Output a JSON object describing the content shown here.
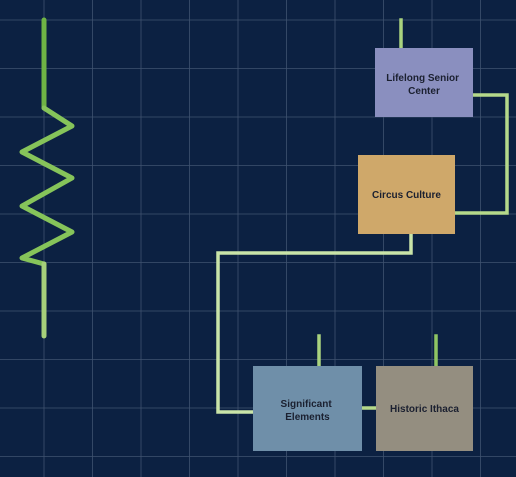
{
  "colors": {
    "background": "#0c2142",
    "grid": "#51637f",
    "wire_bright": "#7fbf50",
    "wire_mid": "#b5d98a",
    "wire_pale": "#cfe7b0"
  },
  "boxes": [
    {
      "id": "lifelong-senior-center",
      "lines": [
        "Lifelong Senior",
        "Center"
      ],
      "color": "#8a8fbf"
    },
    {
      "id": "circus-culture",
      "lines": [
        "Circus Culture"
      ],
      "color": "#cfa86a"
    },
    {
      "id": "significant-elements",
      "lines": [
        "Significant",
        "Elements"
      ],
      "color": "#6f8fa9"
    },
    {
      "id": "historic-ithaca",
      "lines": [
        "Historic Ithaca"
      ],
      "color": "#948e80"
    }
  ]
}
